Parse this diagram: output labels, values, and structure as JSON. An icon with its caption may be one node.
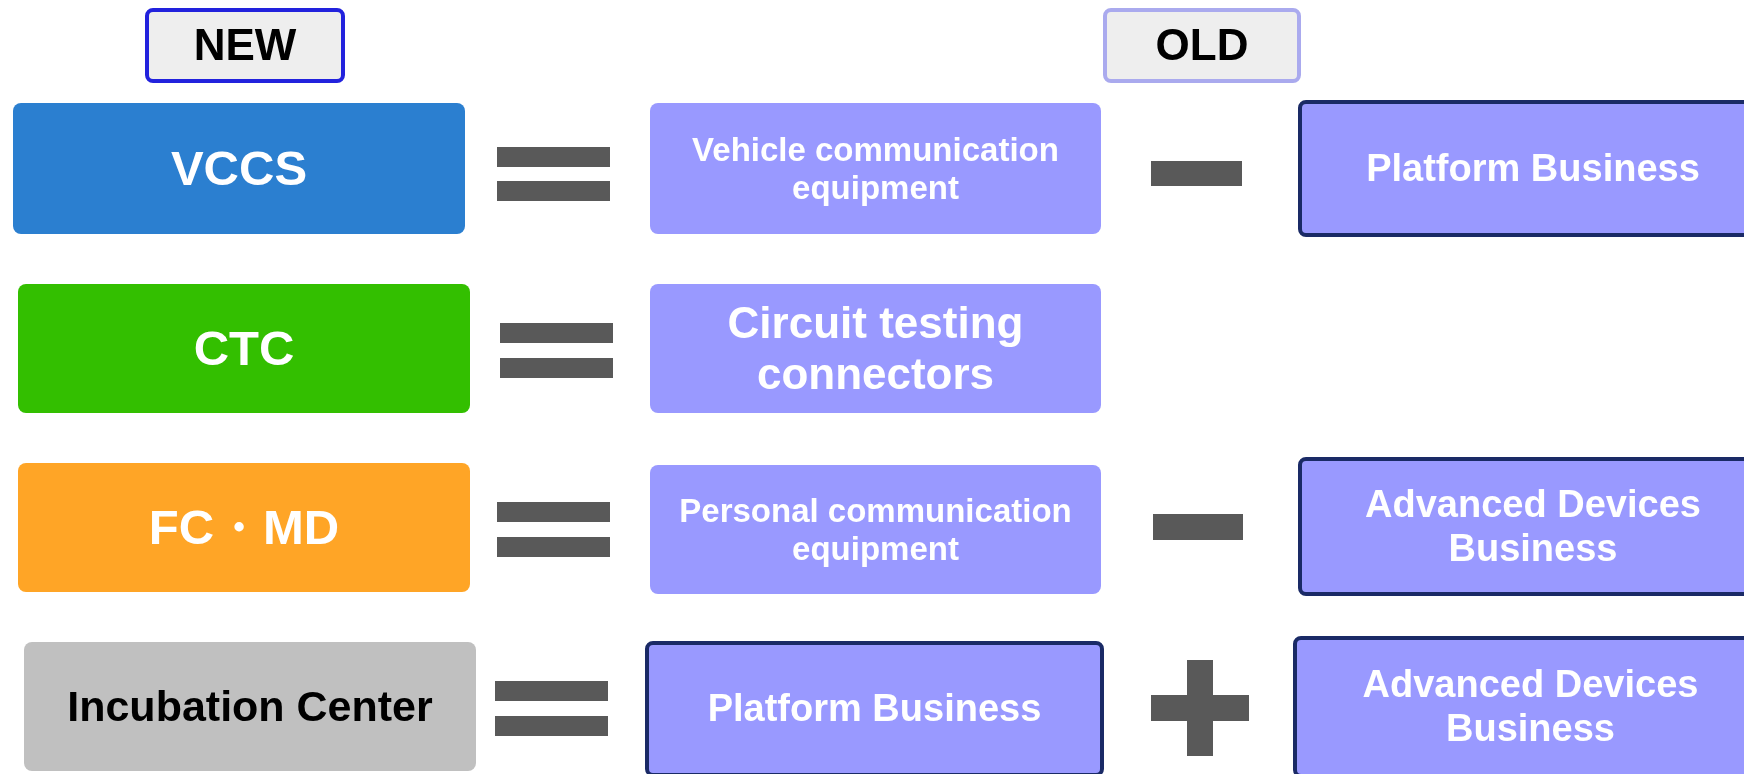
{
  "diagram": {
    "nodes": [
      {
        "text": [
          "NEW"
        ]
      },
      {
        "text": [
          "OLD"
        ]
      },
      {
        "text": [
          "VCCS"
        ]
      },
      {
        "text": [
          "Vehicle communication equipment"
        ]
      },
      {
        "text": [
          "Platform Business"
        ]
      },
      {
        "text": [
          "CTC"
        ]
      },
      {
        "text": [
          "Circuit testing connectors"
        ]
      },
      {
        "text": [
          "FC・MD"
        ]
      },
      {
        "text": [
          "Personal communication equipment"
        ]
      },
      {
        "text": [
          "Advanced Devices Business"
        ]
      },
      {
        "text": [
          "Incubation Center"
        ]
      },
      {
        "text": [
          "Platform Business"
        ]
      },
      {
        "text": [
          "Advanced Devices Business"
        ]
      }
    ]
  }
}
